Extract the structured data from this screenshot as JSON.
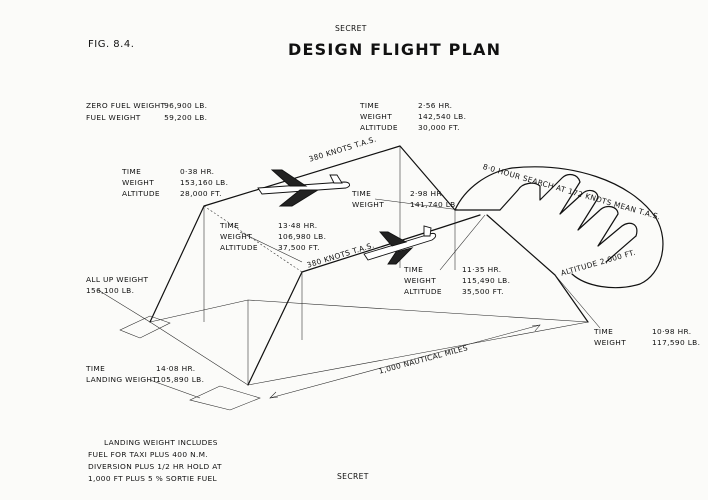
{
  "header": {
    "classification_top": "SECRET",
    "figure_label": "FIG. 8.4.",
    "title": "DESIGN FLIGHT PLAN",
    "classification_bottom": "SECRET"
  },
  "summary": {
    "zero_fuel_label": "ZERO FUEL WEIGHT",
    "zero_fuel_value": "96,900 LB.",
    "fuel_label": "FUEL WEIGHT",
    "fuel_value": "59,200 LB."
  },
  "points": {
    "top_of_climb_1": {
      "time_label": "TIME",
      "time_value": "0·38 HR.",
      "weight_label": "WEIGHT",
      "weight_value": "153,160 LB.",
      "altitude_label": "ALTITUDE",
      "altitude_value": "28,000 FT."
    },
    "end_outbound_cruise": {
      "time_label": "TIME",
      "time_value": "2·56 HR.",
      "weight_label": "WEIGHT",
      "weight_value": "142,540 LB.",
      "altitude_label": "ALTITUDE",
      "altitude_value": "30,000 FT."
    },
    "start_search": {
      "time_label": "TIME",
      "time_value": "2·98 HR.",
      "weight_label": "WEIGHT",
      "weight_value": "141,740 LB."
    },
    "end_search_climb": {
      "time_label": "TIME",
      "time_value": "11·35 HR.",
      "weight_label": "WEIGHT",
      "weight_value": "115,490 LB.",
      "altitude_label": "ALTITUDE",
      "altitude_value": "35,500 FT."
    },
    "return_cruise": {
      "time_label": "TIME",
      "time_value": "13·48 HR.",
      "weight_label": "WEIGHT",
      "weight_value": "106,980 LB.",
      "altitude_label": "ALTITUDE",
      "altitude_value": "37,500 FT."
    },
    "end_search": {
      "time_label": "TIME",
      "time_value": "10·98 HR.",
      "weight_label": "WEIGHT",
      "weight_value": "117,590 LB."
    },
    "take_off": {
      "label": "ALL UP WEIGHT",
      "value": "156,100 LB."
    },
    "landing": {
      "time_label": "TIME",
      "time_value": "14·08 HR.",
      "weight_label": "LANDING WEIGHT",
      "weight_value": "105,890 LB."
    }
  },
  "route_labels": {
    "outbound_speed": "380 KNOTS T.A.S.",
    "return_speed": "380 KNOTS T.A.S.",
    "search": "8·0 HOUR SEARCH AT 172 KNOTS MEAN T.A.S.",
    "search_altitude": "ALTITUDE 2,000 FT.",
    "distance": "1,000 NAUTICAL MILES"
  },
  "footnote": {
    "line1": "LANDING WEIGHT INCLUDES",
    "line2": "FUEL FOR TAXI PLUS 400 N.M.",
    "line3": "DIVERSION PLUS 1/2 HR HOLD AT",
    "line4": "1,000 FT PLUS 5 % SORTIE FUEL"
  }
}
